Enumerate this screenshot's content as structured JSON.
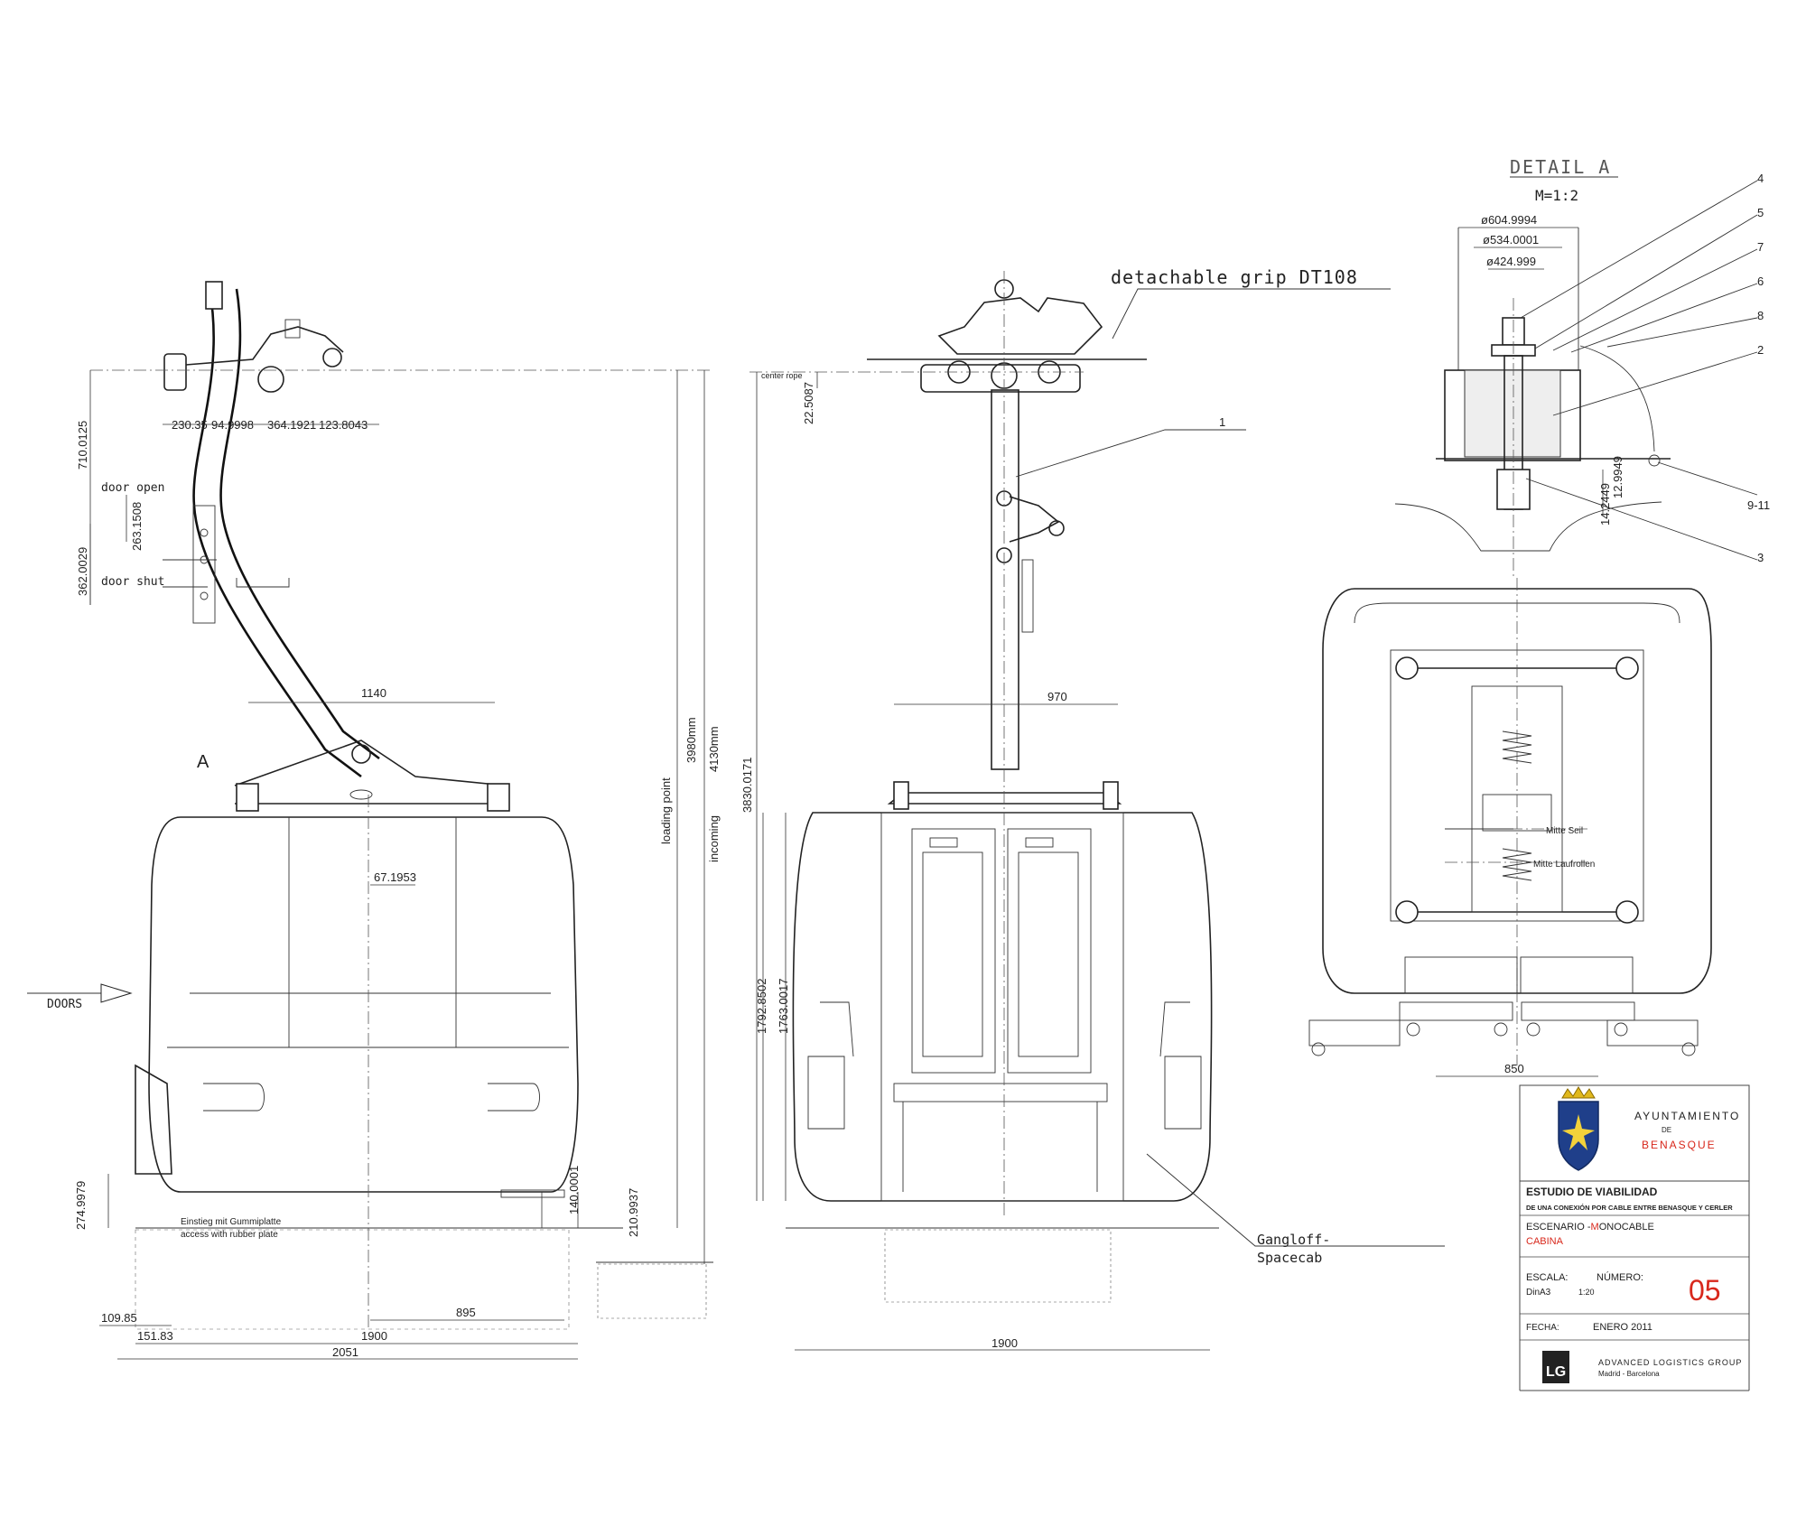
{
  "detail": {
    "title": "DETAIL A",
    "scale": "M=1:2",
    "dims": [
      "ø604.9994",
      "ø534.0001",
      "ø424.999",
      "14.2449",
      "12.9949"
    ],
    "callouts": [
      "4",
      "5",
      "7",
      "6",
      "8",
      "2",
      "9-11",
      "3"
    ]
  },
  "grip_label": "detachable grip DT108",
  "labels": {
    "center_rope": "center rope",
    "part_1": "1",
    "detail_ref": "A",
    "door_open": "door open",
    "door_shut": "door shut",
    "doors": "DOORS",
    "einstieg": "Einstieg mit Gummiplatte",
    "access": "access with rubber plate",
    "loading_point": "loading point",
    "incoming": "incoming",
    "gangloff_1": "Gangloff-",
    "gangloff_2": "Spacecab",
    "mitte_seil": "Mitte Seil",
    "mitte_laufrollen": "Mitte Laufrollen"
  },
  "dims_side": {
    "top_row": [
      "230.35",
      "94.9998",
      "364.1921",
      "123.8043"
    ],
    "d710": "710.0125",
    "d263": "263.1508",
    "d362": "362.0029",
    "d1140": "1140",
    "d67": "67.1953",
    "d3980": "3980mm",
    "d4130": "4130mm",
    "d274": "274.9979",
    "d140": "140.0001",
    "d210": "210.9937",
    "d109": "109.85",
    "d151": "151.83",
    "d1900": "1900",
    "d895": "895",
    "d2051": "2051"
  },
  "dims_front": {
    "d22": "22.5087",
    "d970": "970",
    "d3830": "3830.0171",
    "d1792": "1792.8502",
    "d1763": "1763.0017",
    "d1900": "1900"
  },
  "dims_rear": {
    "d850": "850"
  },
  "titleblock": {
    "org_line1": "AYUNTAMIENTO",
    "org_line2": "DE",
    "org_line3": "BENASQUE",
    "study_title": "ESTUDIO DE VIABILIDAD",
    "study_subtitle": "DE UNA CONEXIÓN POR CABLE ENTRE BENASQUE Y CERLER",
    "scenario_prefix": "ESCENARIO  -",
    "scenario_letter": "M",
    "scenario_rest": "ONOCABLE",
    "sheet_subject": "CABINA",
    "escala_label": "ESCALA:",
    "escala_paper": "DinA3",
    "escala_value": "1:20",
    "numero_label": "NÚMERO:",
    "numero_value": "05",
    "fecha_label": "FECHA:",
    "fecha_value": "ENERO  2011",
    "firm_name": "ADVANCED LOGISTICS GROUP",
    "firm_city": "Madrid - Barcelona",
    "firm_logo_letters": "LG"
  },
  "colors": {
    "accent_red": "#d8281c",
    "line": "#222222",
    "shield_blue": "#1f3f8a",
    "crown_gold": "#e0b81c"
  }
}
